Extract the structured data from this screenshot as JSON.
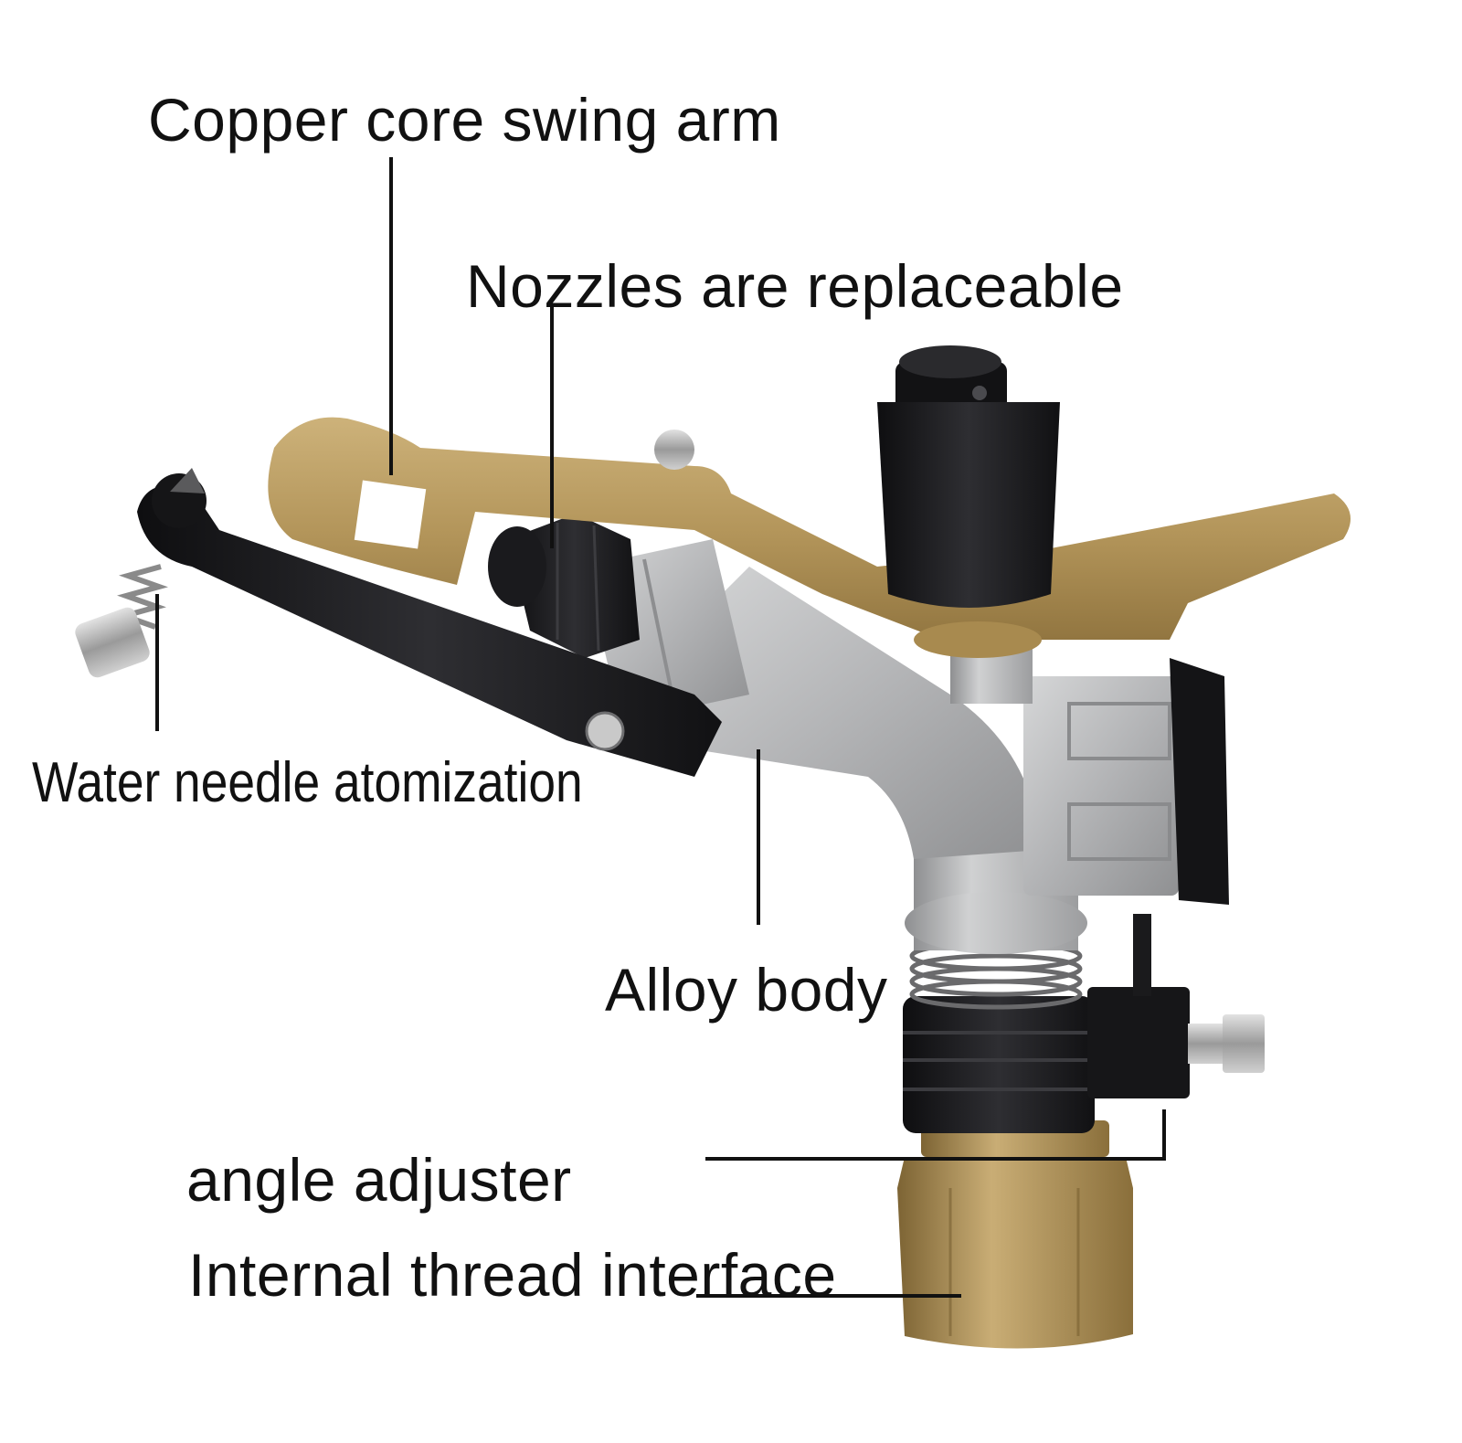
{
  "labels": {
    "swing_arm": "Copper core swing arm",
    "nozzles": "Nozzles are replaceable",
    "water_needle": "Water needle atomization",
    "alloy_body": "Alloy body",
    "angle_adjuster": "angle adjuster",
    "thread_interface": "Internal thread interface"
  },
  "colors": {
    "brass": "#b89a5a",
    "alloy": "#b9babb",
    "black_plastic": "#1c1c1e",
    "leader_line": "#111111",
    "text": "#111111"
  }
}
